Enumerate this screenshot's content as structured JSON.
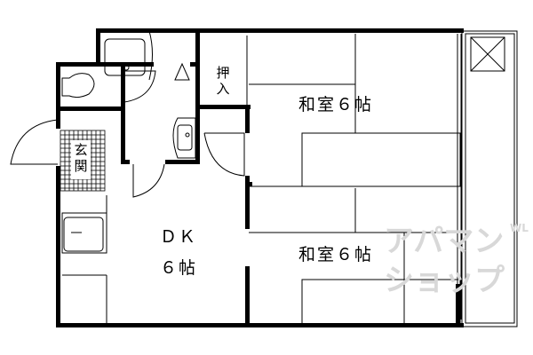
{
  "rooms": {
    "japanese_room_top": "和室６帖",
    "japanese_room_bottom": "和室６帖",
    "dk_name": "ＤＫ",
    "dk_size": "６帖",
    "closet": "押入",
    "entrance": "玄関"
  },
  "watermark": {
    "line1": "アパマン",
    "line2": "ショップ",
    "mark": "WL"
  },
  "colors": {
    "wall": "#000000",
    "watermark": "#d8d8d8"
  }
}
